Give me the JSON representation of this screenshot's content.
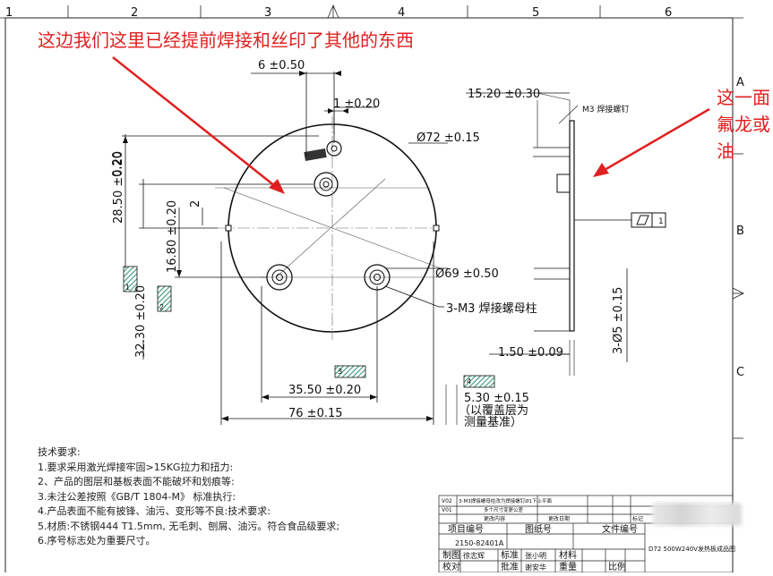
{
  "ruler": {
    "top": [
      "1",
      "2",
      "3",
      "4",
      "5",
      "6"
    ],
    "right": [
      "A",
      "B",
      "C"
    ]
  },
  "annotations": {
    "top_note": "这边我们这里已经提前焊接和丝印了其他的东西",
    "right_note": [
      "这一面",
      "氟龙或",
      "油"
    ]
  },
  "dims": {
    "d1": "6 ±0.50",
    "d2": "1 ±0.20",
    "d3": "Ø72 ±0.15",
    "d4": "15.20 ±0.30",
    "d5": "M3 焊接螺钉",
    "d6": "0.20",
    "d7": "28.50 ±0.20",
    "d8": "2",
    "d9": "16.80 ±0.20",
    "d10": "Ø69 ±0.50",
    "d11": "3-M3 焊接螺母柱",
    "d12": "32.30 ±0.20",
    "d13": "35.50 ±0.20",
    "d14": "76 ±0.15",
    "d15": "1.50 ±0.09",
    "d16": "3-Ø5 ±0.15",
    "d17": "5.30 ±0.15",
    "d18": "（以覆盖层为",
    "d19": "测量基准）",
    "mark1": "1",
    "mark2": "2",
    "mark3": "3",
    "mark4": "4",
    "flat_symbol": "1"
  },
  "notes": {
    "title": "技术要求:",
    "items": [
      "1.要求采用激光焊接牢固>15KG拉力和扭力:",
      "2、产品的图层和基板表面不能破坏和划痕等:",
      "3.未注公差按照《GB/T 1804-M》 标准执行:",
      "4.产品表面不能有披锋、油污、变形等不良:技术要求:",
      "5.材质:不锈钢444 T1.5mm, 无毛刺、刨屑、油污。符合食品级要求;",
      "6.序号标志处为重要尺寸。"
    ]
  },
  "title_block": {
    "project_no": "项目编号",
    "project_val": "2150-82401A",
    "drawing_no": "图纸号",
    "file_no": "文件编号",
    "draft": "制图",
    "std": "标准",
    "material": "材料",
    "check": "校对",
    "approve": "批准",
    "weight": "重量",
    "scale": "比例",
    "drafter": "徐志辉",
    "std_person": "张小明",
    "approver": "谢安华",
    "product": "D72 500W240V发热板成品图",
    "ver1": "V02",
    "ver2": "V01",
    "rev_note": "3-M3焊接螺母柱改为焊接螺钉Ø1下上平面",
    "rev_note2": "多个尺寸变更公差",
    "change_col": "更改内容",
    "date_col": "更改日期",
    "sign_col": "标记"
  }
}
